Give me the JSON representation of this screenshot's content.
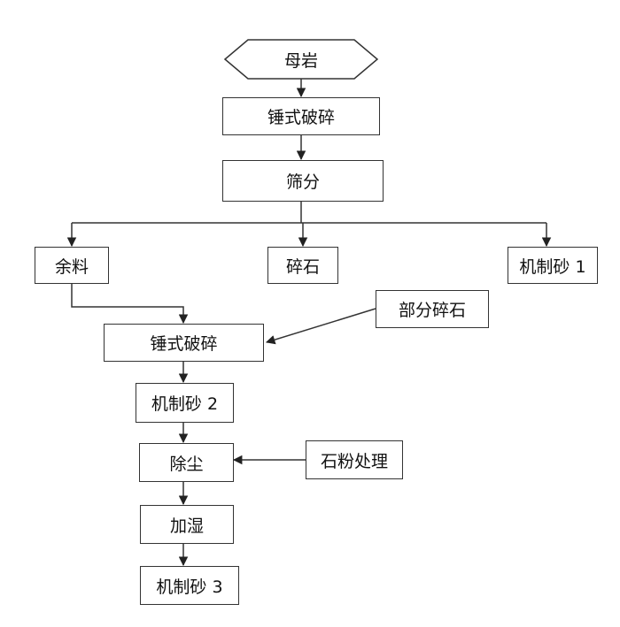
{
  "nodes": {
    "start": "母岩",
    "crush1": "锤式破碎",
    "screen": "筛分",
    "residue": "余料",
    "gravel": "碎石",
    "sand1": "机制砂 1",
    "partial_gravel": "部分碎石",
    "crush2": "锤式破碎",
    "sand2": "机制砂 2",
    "dedust": "除尘",
    "powder": "石粉处理",
    "humidify": "加湿",
    "sand3": "机制砂 3"
  },
  "colors": {
    "stroke": "#333333",
    "text": "#111111",
    "background": "#ffffff"
  }
}
